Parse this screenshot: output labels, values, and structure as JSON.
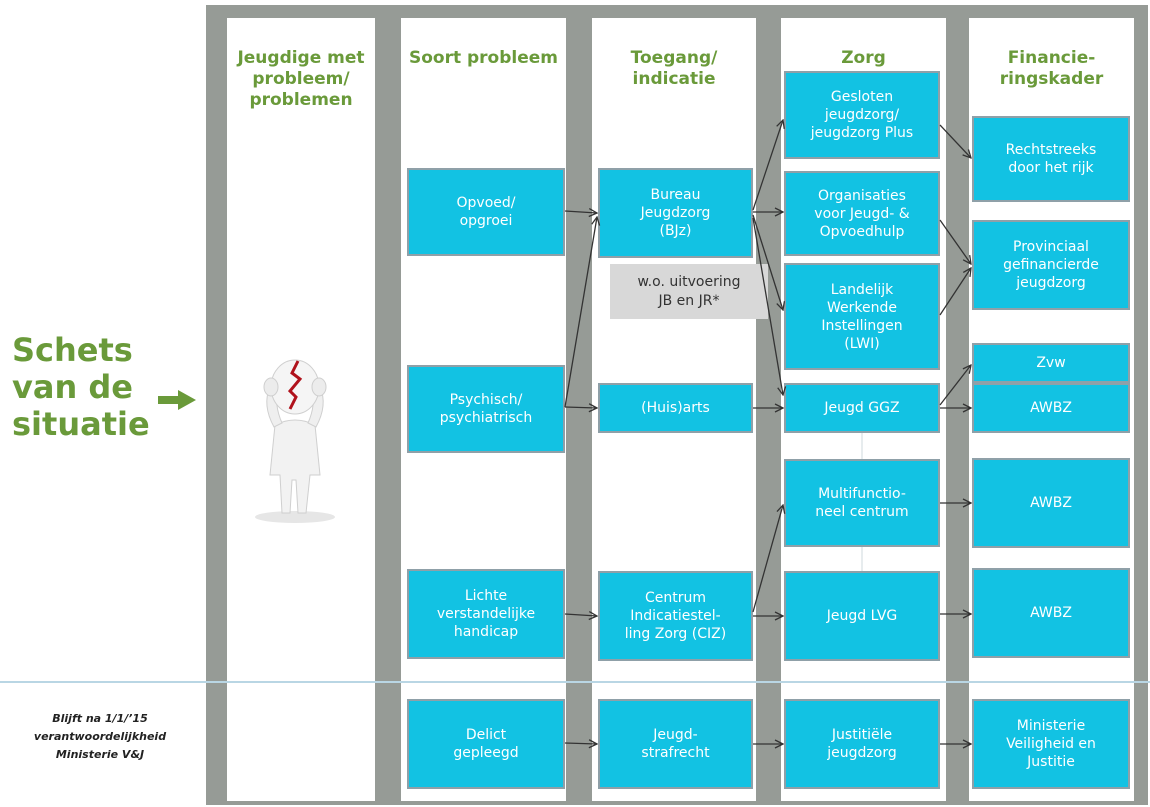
{
  "side_title": "Schets\nvan de\nsituatie",
  "footnote": "Blijft na 1/1/’15\nverantwoordelijkheid\nMinisterie V&J",
  "colors": {
    "box_fill": "#12c2e3",
    "header_green": "#6a9a3a",
    "frame_gray": "#969b96",
    "note_gray": "#d8d8d8"
  },
  "columns": {
    "jeugdige": "Jeugdige\nmet\nprobleem/\nproblemen",
    "soort": "Soort\nprobleem",
    "toegang": "Toegang/\nindicatie",
    "zorg": "Zorg",
    "financiering": "Financie-\nringskader"
  },
  "image": {
    "icon": "stressed-figure-icon"
  },
  "soort": {
    "opvoed": "Opvoed/\nopgroei",
    "psychisch": "Psychisch/\npsychiatrisch",
    "lichte": "Lichte\nverstandelijke\nhandicap",
    "delict": "Delict\ngepleegd"
  },
  "toegang": {
    "bjz": "Bureau\nJeugdzorg\n(BJz)",
    "note": "w.o. uitvoering\nJB en JR*",
    "huisarts": "(Huis)arts",
    "ciz": "Centrum\nIndicatiestel-\nling Zorg (CIZ)",
    "strafrecht": "Jeugd-\nstrafrecht"
  },
  "zorg": {
    "gesloten": "Gesloten\njeugdzorg/\njeugdzorg Plus",
    "organisaties": "Organisaties\nvoor Jeugd- &\nOpvoedhulp",
    "lwi": "Landelijk\nWerkende\nInstellingen\n(LWI)",
    "ggz": "Jeugd GGZ",
    "multi": "Multifunctio-\nneel centrum",
    "lvg": "Jeugd LVG",
    "justitieel": "Justitiële\njeugdzorg"
  },
  "financiering": {
    "rijk": "Rechtstreeks\ndoor het rijk",
    "provinciaal": "Provinciaal\ngefinancierde\njeugdzorg",
    "zvw": "Zvw",
    "awbz1": "AWBZ",
    "awbz2": "AWBZ",
    "awbz3": "AWBZ",
    "ministerie": "Ministerie\nVeiligheid en\nJustitie"
  }
}
